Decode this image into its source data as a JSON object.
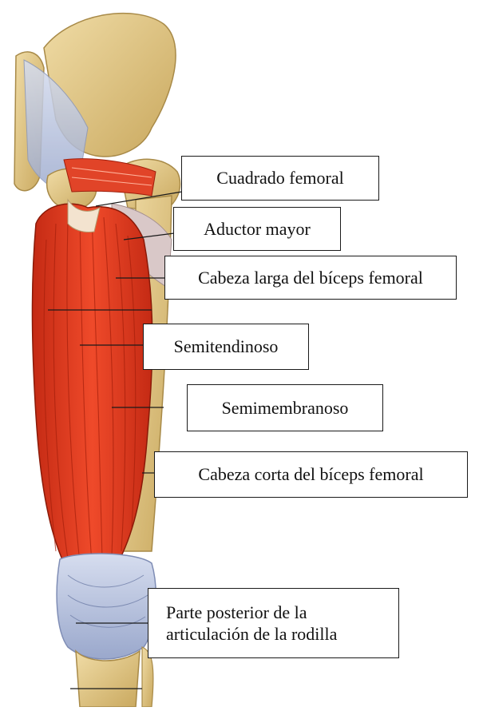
{
  "labels": {
    "cuadrado_femoral": "Cuadrado femoral",
    "aductor_mayor": "Aductor mayor",
    "cabeza_larga": "Cabeza larga del bíceps femoral",
    "semitendinoso": "Semitendinoso",
    "semimembranoso": "Semimembranoso",
    "cabeza_corta": "Cabeza corta del bíceps femoral",
    "rodilla_line1": "Parte posterior de la",
    "rodilla_line2": "articulación de la rodilla"
  },
  "colors": {
    "muscle": "#e8391f",
    "muscle_dark": "#b5200f",
    "bone": "#e3c98a",
    "bone_shadow": "#b99a55",
    "ligament": "#b8c4e0",
    "leader_line": "#1a1a1a"
  }
}
